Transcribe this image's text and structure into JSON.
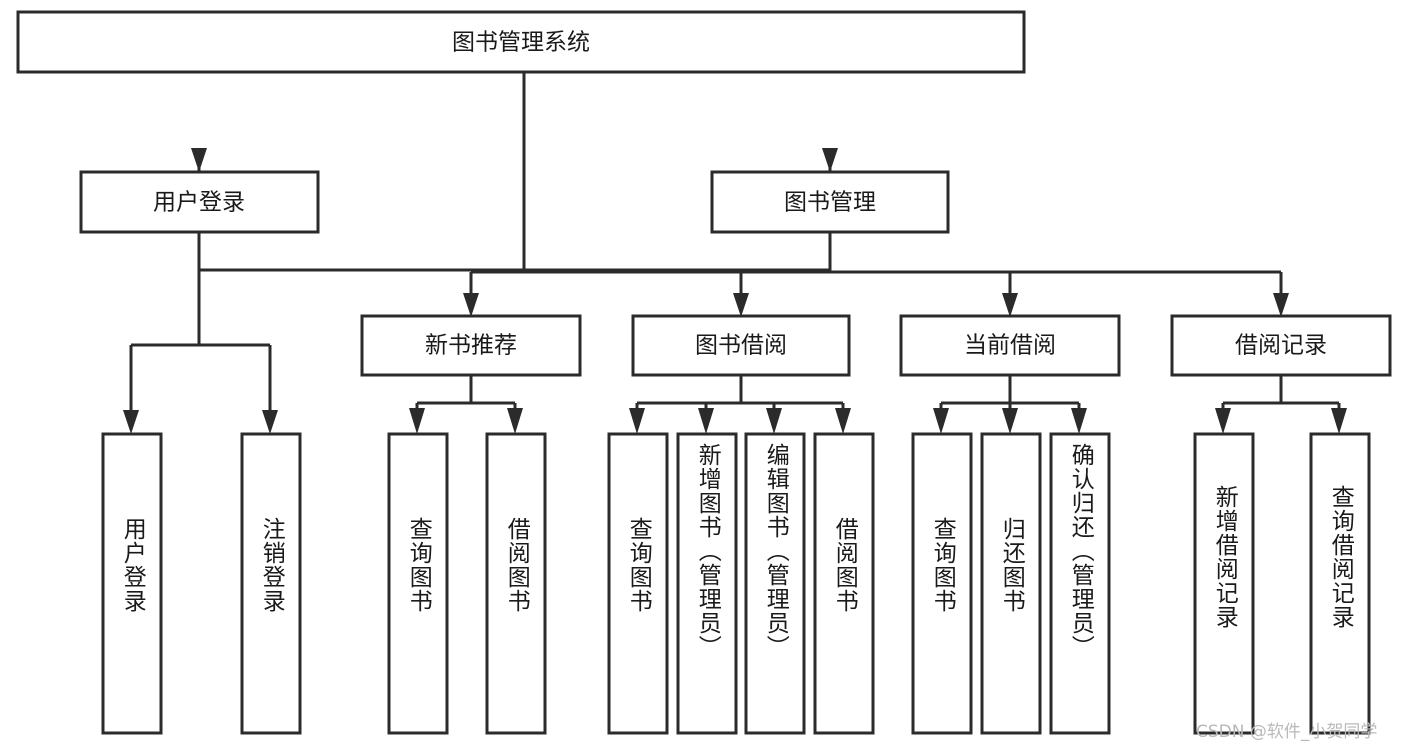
{
  "diagram": {
    "type": "tree",
    "title": "图书管理系统",
    "orientation": "top-down",
    "root": {
      "id": "root",
      "label": "图书管理系统"
    },
    "levels": [
      {
        "level": 1,
        "nodes": [
          {
            "id": "root",
            "label": "图书管理系统",
            "orientation": "horizontal"
          }
        ]
      },
      {
        "level": 2,
        "nodes": [
          {
            "id": "user-login",
            "label": "用户登录",
            "orientation": "horizontal",
            "parent": "root"
          },
          {
            "id": "book-manage",
            "label": "图书管理",
            "orientation": "horizontal",
            "parent": "root"
          }
        ]
      },
      {
        "level": 3,
        "nodes": [
          {
            "id": "new-book-rec",
            "label": "新书推荐",
            "orientation": "horizontal",
            "parent": "book-manage"
          },
          {
            "id": "book-borrow",
            "label": "图书借阅",
            "orientation": "horizontal",
            "parent": "book-manage"
          },
          {
            "id": "current-borrow",
            "label": "当前借阅",
            "orientation": "horizontal",
            "parent": "book-manage"
          },
          {
            "id": "borrow-record",
            "label": "借阅记录",
            "orientation": "horizontal",
            "parent": "book-manage"
          }
        ]
      },
      {
        "level": 4,
        "nodes": [
          {
            "id": "leaf-1",
            "label": "用户登录",
            "orientation": "vertical",
            "parent": "user-login"
          },
          {
            "id": "leaf-2",
            "label": "注销登录",
            "orientation": "vertical",
            "parent": "user-login"
          },
          {
            "id": "leaf-3",
            "label": "查询图书",
            "orientation": "vertical",
            "parent": "new-book-rec"
          },
          {
            "id": "leaf-4",
            "label": "借阅图书",
            "orientation": "vertical",
            "parent": "new-book-rec"
          },
          {
            "id": "leaf-5",
            "label": "查询图书",
            "orientation": "vertical",
            "parent": "book-borrow"
          },
          {
            "id": "leaf-6",
            "label": "新增图书（管理员）",
            "orientation": "vertical",
            "parent": "book-borrow"
          },
          {
            "id": "leaf-7",
            "label": "编辑图书（管理员）",
            "orientation": "vertical",
            "parent": "book-borrow"
          },
          {
            "id": "leaf-8",
            "label": "借阅图书",
            "orientation": "vertical",
            "parent": "book-borrow"
          },
          {
            "id": "leaf-9",
            "label": "查询图书",
            "orientation": "vertical",
            "parent": "current-borrow"
          },
          {
            "id": "leaf-10",
            "label": "归还图书",
            "orientation": "vertical",
            "parent": "current-borrow"
          },
          {
            "id": "leaf-11",
            "label": "确认归还（管理员）",
            "orientation": "vertical",
            "parent": "current-borrow"
          },
          {
            "id": "leaf-12",
            "label": "新增借阅记录",
            "orientation": "vertical",
            "parent": "borrow-record"
          },
          {
            "id": "leaf-13",
            "label": "查询借阅记录",
            "orientation": "vertical",
            "parent": "borrow-record"
          }
        ]
      }
    ],
    "colors": {
      "stroke": "#2b2b2b",
      "fill": "#ffffff",
      "text": "#1a1a1a",
      "watermark": "#b9b9b9"
    }
  },
  "watermark": {
    "text": "CSDN @软件_小贺同学"
  }
}
